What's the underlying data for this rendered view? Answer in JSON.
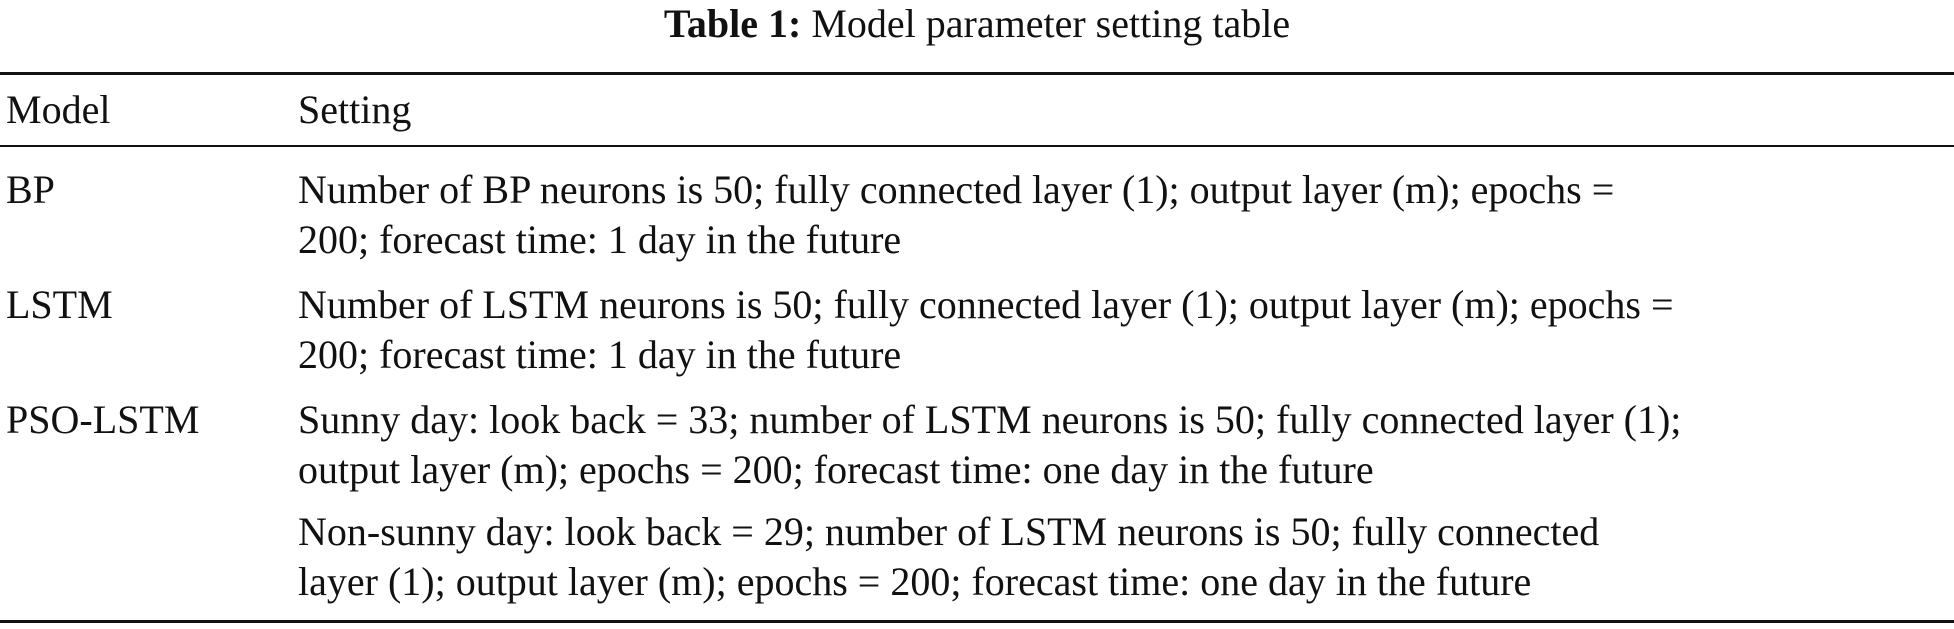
{
  "caption": {
    "label": "Table 1:",
    "text": "Model parameter setting table"
  },
  "table": {
    "headers": {
      "model": "Model",
      "setting": "Setting"
    },
    "rows": [
      {
        "model": "BP",
        "setting_lines": [
          "Number of BP neurons is 50; fully connected layer (1); output layer (m); epochs =",
          "200; forecast time: 1 day in the future"
        ]
      },
      {
        "model": "LSTM",
        "setting_lines": [
          "Number of LSTM neurons is 50; fully connected layer (1); output layer (m); epochs =",
          "200; forecast time: 1 day in the future"
        ]
      },
      {
        "model": "PSO-LSTM",
        "setting_lines": [
          "Sunny day: look back = 33; number of LSTM neurons is 50; fully connected layer (1);",
          "output layer (m); epochs = 200; forecast time: one day in the future"
        ]
      },
      {
        "model": "",
        "setting_lines": [
          "Non-sunny day: look back = 29; number of LSTM neurons is 50; fully connected",
          "layer (1); output layer (m); epochs = 200; forecast time: one day in the future"
        ]
      }
    ]
  }
}
